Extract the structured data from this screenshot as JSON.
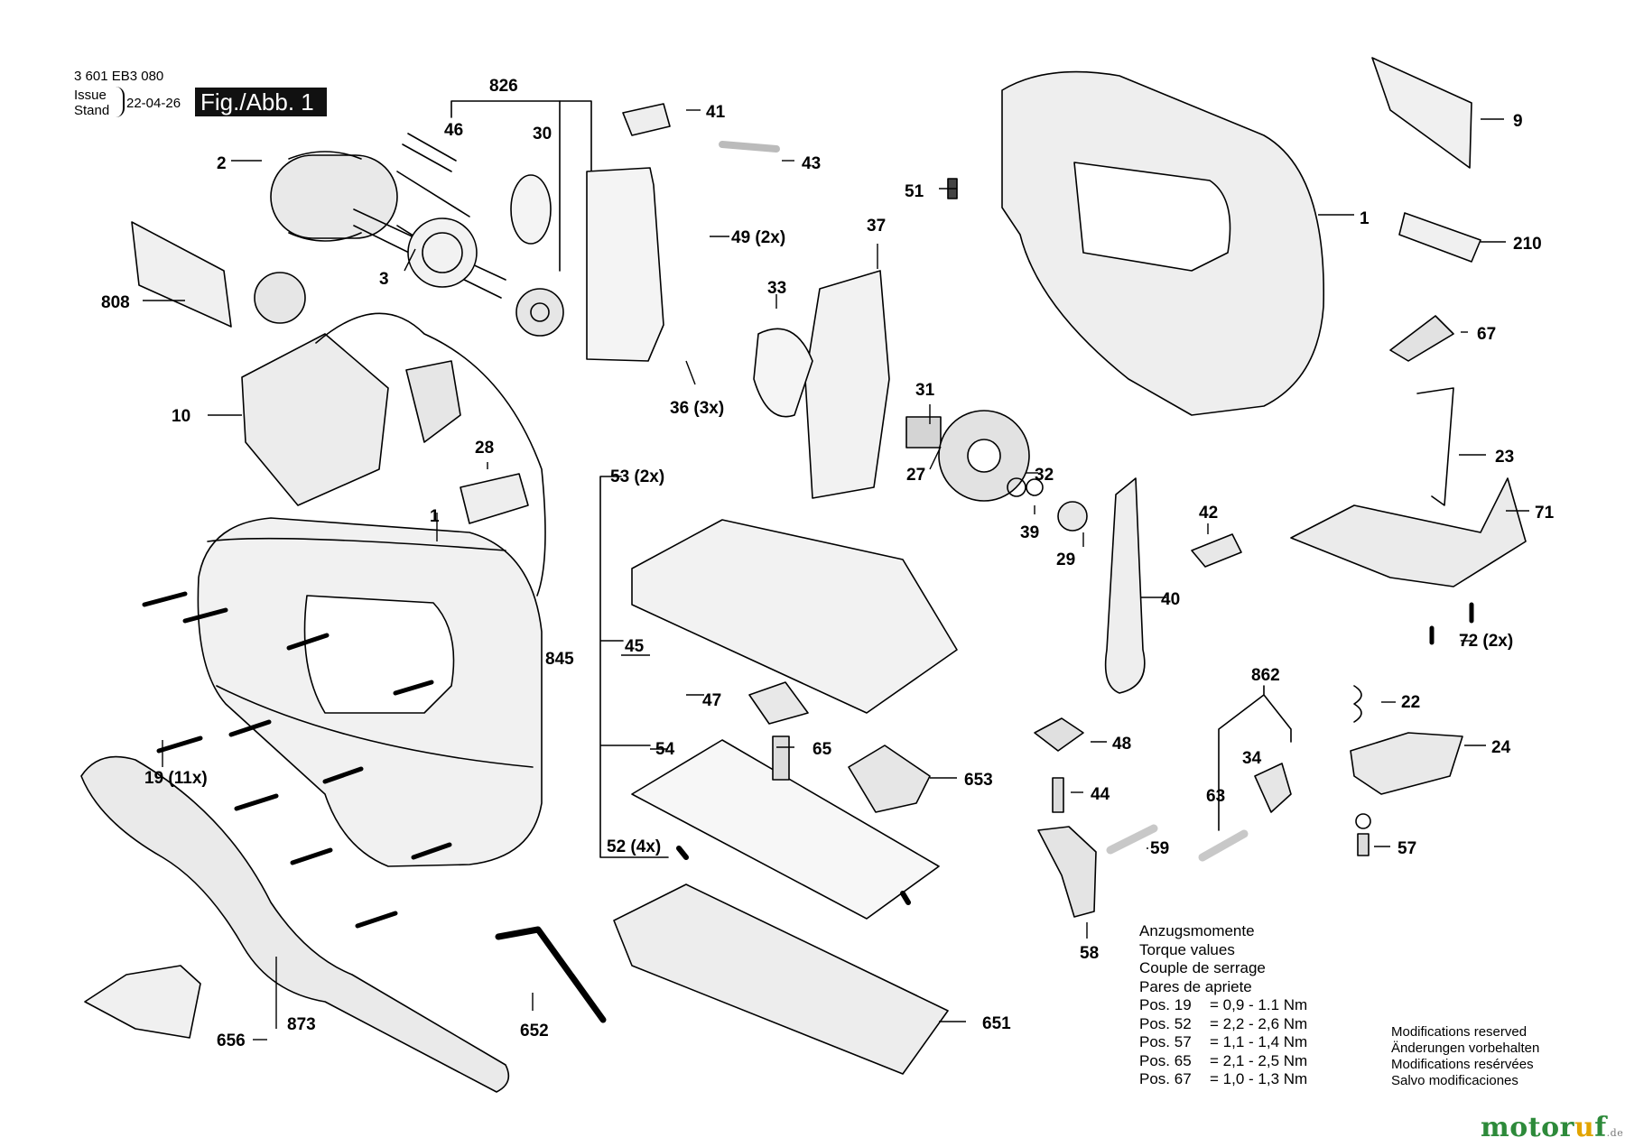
{
  "header": {
    "doc_number": "3 601 EB3 080",
    "issue_label": "Issue",
    "stand_label": "Stand",
    "date": "22-04-26",
    "figure_label": "Fig./Abb. 1"
  },
  "part_labels": [
    {
      "id": "p826",
      "text": "826"
    },
    {
      "id": "p41",
      "text": "41"
    },
    {
      "id": "p46",
      "text": "46"
    },
    {
      "id": "p30",
      "text": "30"
    },
    {
      "id": "p43",
      "text": "43"
    },
    {
      "id": "p2",
      "text": "2"
    },
    {
      "id": "p49",
      "text": "49 (2x)"
    },
    {
      "id": "p51",
      "text": "51"
    },
    {
      "id": "p37",
      "text": "37"
    },
    {
      "id": "p3",
      "text": "3"
    },
    {
      "id": "p808",
      "text": "808"
    },
    {
      "id": "p33",
      "text": "33"
    },
    {
      "id": "p36",
      "text": "36 (3x)"
    },
    {
      "id": "p10",
      "text": "10"
    },
    {
      "id": "p31",
      "text": "31"
    },
    {
      "id": "p28",
      "text": "28"
    },
    {
      "id": "p27",
      "text": "27"
    },
    {
      "id": "p32",
      "text": "32"
    },
    {
      "id": "p53",
      "text": "53 (2x)"
    },
    {
      "id": "p39",
      "text": "39"
    },
    {
      "id": "p29",
      "text": "29"
    },
    {
      "id": "p1a",
      "text": "1"
    },
    {
      "id": "p42",
      "text": "42"
    },
    {
      "id": "p40",
      "text": "40"
    },
    {
      "id": "p45",
      "text": "45"
    },
    {
      "id": "p845",
      "text": "845"
    },
    {
      "id": "p47",
      "text": "47"
    },
    {
      "id": "p19",
      "text": "19 (11x)"
    },
    {
      "id": "p54",
      "text": "54"
    },
    {
      "id": "p65",
      "text": "65"
    },
    {
      "id": "p653",
      "text": "653"
    },
    {
      "id": "p48",
      "text": "48"
    },
    {
      "id": "p862",
      "text": "862"
    },
    {
      "id": "p34",
      "text": "34"
    },
    {
      "id": "p63",
      "text": "63"
    },
    {
      "id": "p44",
      "text": "44"
    },
    {
      "id": "p52",
      "text": "52 (4x)"
    },
    {
      "id": "p59",
      "text": "59"
    },
    {
      "id": "p58",
      "text": "58"
    },
    {
      "id": "p873",
      "text": "873"
    },
    {
      "id": "p656",
      "text": "656"
    },
    {
      "id": "p652",
      "text": "652"
    },
    {
      "id": "p651",
      "text": "651"
    },
    {
      "id": "p1b",
      "text": "1"
    },
    {
      "id": "p9",
      "text": "9"
    },
    {
      "id": "p210",
      "text": "210"
    },
    {
      "id": "p67",
      "text": "67"
    },
    {
      "id": "p23",
      "text": "23"
    },
    {
      "id": "p71",
      "text": "71"
    },
    {
      "id": "p72",
      "text": "72 (2x)"
    },
    {
      "id": "p22",
      "text": "22"
    },
    {
      "id": "p24",
      "text": "24"
    },
    {
      "id": "p57",
      "text": "57"
    }
  ],
  "torque": {
    "titles": [
      "Anzugsmomente",
      "Torque values",
      "Couple de serrage",
      "Pares de apriete"
    ],
    "rows": [
      {
        "pos": "Pos. 19",
        "value": "= 0,9 - 1.1 Nm"
      },
      {
        "pos": "Pos. 52",
        "value": "= 2,2 - 2,6 Nm"
      },
      {
        "pos": "Pos. 57",
        "value": "= 1,1 - 1,4 Nm"
      },
      {
        "pos": "Pos. 65",
        "value": "= 2,1 - 2,5 Nm"
      },
      {
        "pos": "Pos. 67",
        "value": "= 1,0 - 1,3 Nm"
      }
    ]
  },
  "modifications": [
    "Modifications reserved",
    "Änderungen vorbehalten",
    "Modifications resérvées",
    "Salvo modificaciones"
  ],
  "watermark": {
    "main": "motor",
    "accent": "u",
    "end": "f",
    "tld": ".de"
  }
}
